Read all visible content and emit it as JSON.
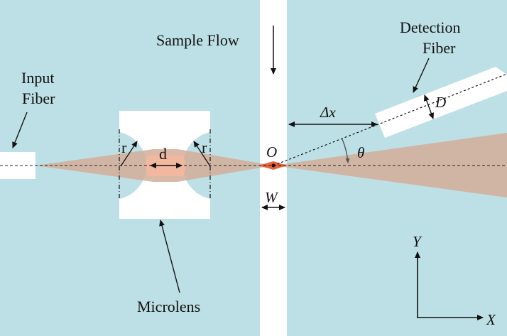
{
  "labels": {
    "sample_flow": "Sample Flow",
    "input_fiber_line1": "Input",
    "input_fiber_line2": "Fiber",
    "detection_fiber_line1": "Detection",
    "detection_fiber_line2": "Fiber",
    "microlens": "Microlens",
    "r_left": "r",
    "r_right": "r",
    "d": "d",
    "origin": "O",
    "width": "W",
    "diameter": "D",
    "offset": "Δx",
    "angle": "θ",
    "x_axis": "X",
    "y_axis": "Y"
  },
  "colors": {
    "background": "#bde0e6",
    "channel": "#ffffff",
    "beam": "#d3ad98",
    "beam_inner": "#f4b79e",
    "focus": "#e8603a",
    "lens": "#bde0e6",
    "ink": "#111111"
  },
  "icons": [
    "flow-arrow-icon",
    "axis-arrow-icon",
    "angle-arc-icon"
  ]
}
